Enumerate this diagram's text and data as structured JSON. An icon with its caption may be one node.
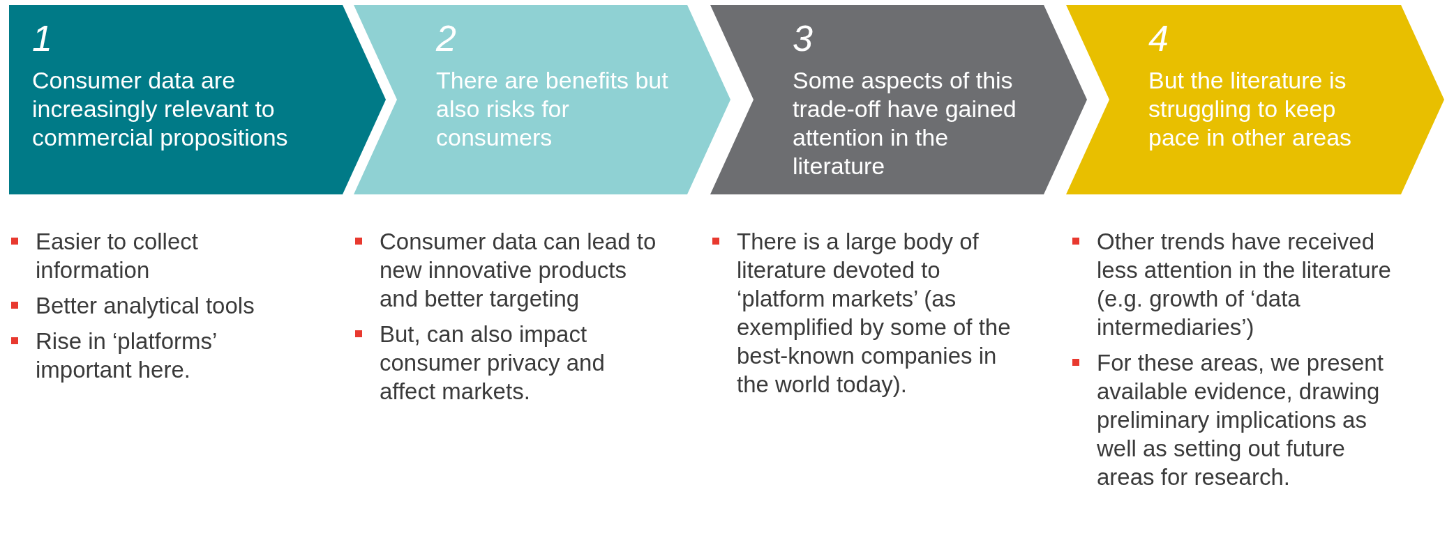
{
  "diagram": {
    "nodes": [
      {
        "text": [
          "1",
          "Consumer data are increasingly relevant to commercial propositions"
        ],
        "beside": [
          "Easier to collect information",
          "Better analytical tools",
          "Rise in ‘platforms’ important here."
        ]
      },
      {
        "text": [
          "2",
          "There are benefits but also risks for consumers"
        ],
        "beside": [
          "Consumer data can lead to new innovative products and better targeting",
          "But, can also impact consumer privacy and affect markets."
        ]
      },
      {
        "text": [
          "3",
          "Some aspects of this trade-off have gained attention in the literature"
        ],
        "beside": [
          "There is a large body of literature devoted to ‘platform markets’ (as exemplified by some of the best-known companies in the world today)."
        ]
      },
      {
        "text": [
          "4",
          "But the literature is struggling to keep pace in other areas"
        ],
        "beside": [
          "Other trends have received less attention in the literature (e.g. growth of ‘data intermediaries’)",
          "For these areas, we present available evidence, drawing preliminary implications as well as setting out future areas for research."
        ]
      }
    ],
    "edges": []
  }
}
